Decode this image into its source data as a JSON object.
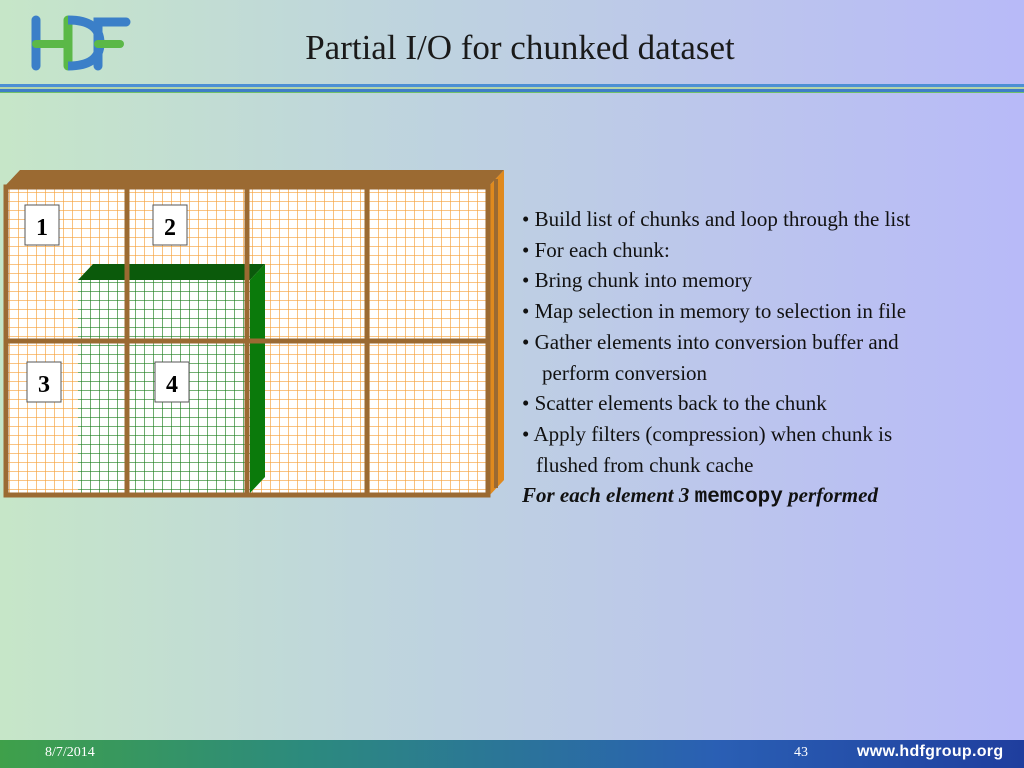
{
  "header": {
    "title": "Partial I/O for chunked dataset",
    "logo_text": "HDF",
    "logo_colors": [
      "#3b7fc8",
      "#5bb847"
    ]
  },
  "diagram": {
    "chunk_labels": [
      "1",
      "2",
      "3",
      "4"
    ],
    "colors": {
      "frame": "#9b6a32",
      "frame_light": "#c6813a",
      "frame_side": "#e08a1e",
      "grid": "#f6a23a",
      "selection": "#0a7a0a",
      "selection_top": "#0b5a0b",
      "selection_side": "#0b7a0b",
      "selection_grid": "#1f7f1f"
    }
  },
  "bullets": [
    "• Build list of chunks and loop through the list",
    "• For each chunk:",
    "• Bring chunk into memory",
    "• Map selection in memory to selection in file",
    "• Gather elements into conversion buffer and",
    "perform conversion",
    "• Scatter elements back to the chunk",
    "• Apply filters (compression) when chunk is",
    "flushed from chunk cache"
  ],
  "summary": {
    "before": "For each element 3 ",
    "code": "memcopy",
    "after": " performed"
  },
  "footer": {
    "date": "8/7/2014",
    "page": "43",
    "url": "www.hdfgroup.org"
  }
}
